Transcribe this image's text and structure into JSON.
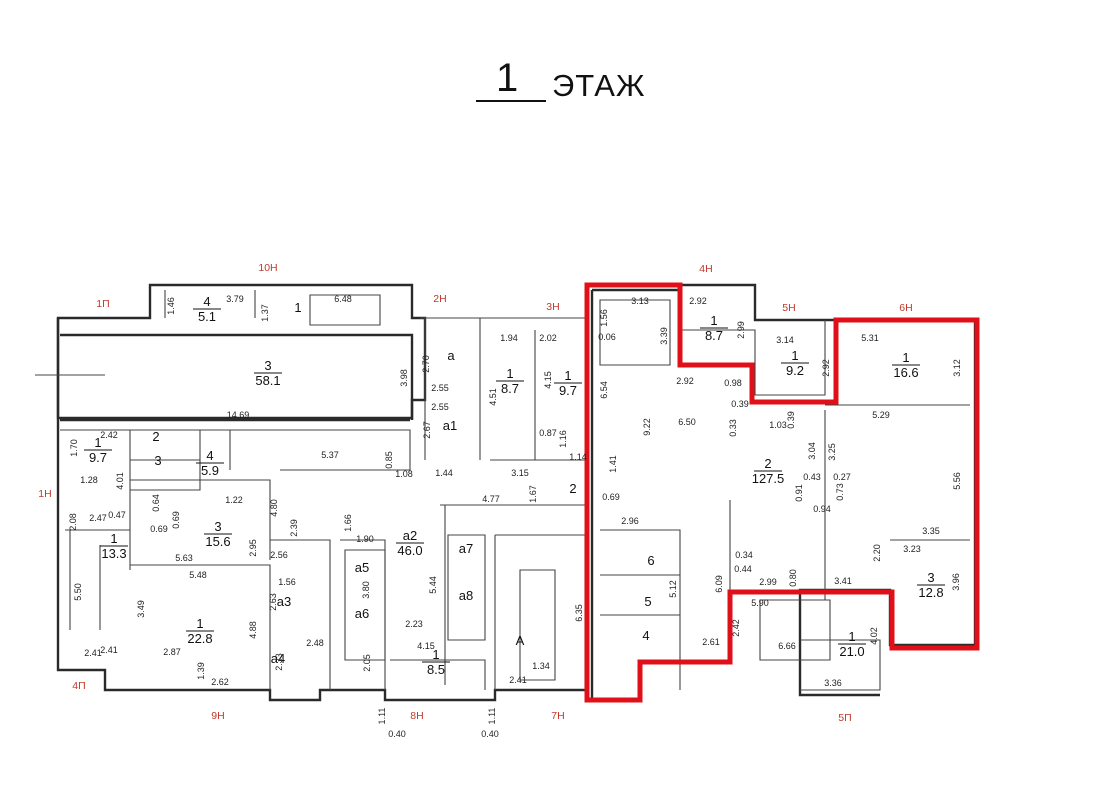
{
  "title": {
    "number": "1",
    "word": "ЭТАЖ"
  },
  "axis_labels": [
    {
      "id": "10H",
      "text": "10Н"
    },
    {
      "id": "1P_top",
      "text": "1П"
    },
    {
      "id": "2H",
      "text": "2Н"
    },
    {
      "id": "3H",
      "text": "3Н"
    },
    {
      "id": "4H",
      "text": "4Н"
    },
    {
      "id": "5H",
      "text": "5Н"
    },
    {
      "id": "6H",
      "text": "6Н"
    },
    {
      "id": "1H",
      "text": "1Н"
    },
    {
      "id": "4P",
      "text": "4П"
    },
    {
      "id": "9H",
      "text": "9Н"
    },
    {
      "id": "8H",
      "text": "8Н"
    },
    {
      "id": "7H",
      "text": "7Н"
    },
    {
      "id": "5P",
      "text": "5П"
    }
  ],
  "rooms": [
    {
      "id": "r10n_4",
      "num": "4",
      "area": "5.1"
    },
    {
      "id": "r10n_1",
      "num": "1",
      "area": ""
    },
    {
      "id": "r_main3",
      "num": "3",
      "area": "58.1"
    },
    {
      "id": "r_a",
      "num": "а",
      "area": ""
    },
    {
      "id": "r_a1",
      "num": "а1",
      "area": ""
    },
    {
      "id": "r3n_1a",
      "num": "1",
      "area": "8.7"
    },
    {
      "id": "r3n_1b",
      "num": "1",
      "area": "9.7"
    },
    {
      "id": "r1n_1",
      "num": "1",
      "area": "9.7"
    },
    {
      "id": "r_2",
      "num": "2",
      "area": ""
    },
    {
      "id": "r_3s",
      "num": "3",
      "area": ""
    },
    {
      "id": "r_4",
      "num": "4",
      "area": "5.9"
    },
    {
      "id": "r_3b",
      "num": "3",
      "area": "15.6"
    },
    {
      "id": "r_1c",
      "num": "1",
      "area": "13.3"
    },
    {
      "id": "r_1d",
      "num": "1",
      "area": "22.8"
    },
    {
      "id": "r_a2",
      "num": "а2",
      "area": "46.0"
    },
    {
      "id": "r_a3",
      "num": "а3",
      "area": ""
    },
    {
      "id": "r_a4",
      "num": "а4",
      "area": ""
    },
    {
      "id": "r_a5",
      "num": "а5",
      "area": ""
    },
    {
      "id": "r_a6",
      "num": "а6",
      "area": ""
    },
    {
      "id": "r_a7",
      "num": "а7",
      "area": ""
    },
    {
      "id": "r_a8",
      "num": "а8",
      "area": ""
    },
    {
      "id": "r_8n1",
      "num": "1",
      "area": "8.5"
    },
    {
      "id": "r_A",
      "num": "А",
      "area": ""
    },
    {
      "id": "r_2s",
      "num": "2",
      "area": ""
    },
    {
      "id": "r4n_1",
      "num": "1",
      "area": "8.7"
    },
    {
      "id": "r5n_1",
      "num": "1",
      "area": "9.2"
    },
    {
      "id": "r6n_1",
      "num": "1",
      "area": "16.6"
    },
    {
      "id": "r_big2",
      "num": "2",
      "area": "127.5"
    },
    {
      "id": "r_6",
      "num": "6",
      "area": ""
    },
    {
      "id": "r_5",
      "num": "5",
      "area": ""
    },
    {
      "id": "r_4b",
      "num": "4",
      "area": ""
    },
    {
      "id": "r_3c",
      "num": "3",
      "area": "12.8"
    },
    {
      "id": "r5p_1",
      "num": "1",
      "area": "21.0"
    }
  ],
  "dims": [
    "1.46",
    "3.79",
    "1.37",
    "6.48",
    "2.70",
    "2.55",
    "2.55",
    "3.98",
    "14.69",
    "1.94",
    "4.51",
    "2.02",
    "4.15",
    "3.13",
    "1.56",
    "0.06",
    "3.39",
    "2.92",
    "2.99",
    "3.14",
    "5.31",
    "3.12",
    "2.92",
    "2.92",
    "0.98",
    "0.39",
    "5.29",
    "6.54",
    "9.22",
    "6.50",
    "1.03",
    "0.33",
    "0.39",
    "3.04",
    "3.25",
    "0.43",
    "0.27",
    "0.91",
    "0.73",
    "0.94",
    "5.56",
    "2.42",
    "1.70",
    "1.28",
    "2.08",
    "2.47",
    "4.01",
    "0.47",
    "0.64",
    "0.69",
    "0.69",
    "1.22",
    "5.63",
    "2.95",
    "4.80",
    "2.39",
    "5.37",
    "0.85",
    "1.08",
    "2.67",
    "1.44",
    "0.87",
    "1.16",
    "3.15",
    "1.14",
    "1.67",
    "4.77",
    "1.66",
    "1.90",
    "2.56",
    "1.56",
    "2.63",
    "3.80",
    "5.44",
    "2.23",
    "4.15",
    "2.05",
    "2.48",
    "2.33",
    "1.34",
    "2.41",
    "2.87",
    "1.39",
    "2.62",
    "5.48",
    "3.49",
    "4.88",
    "5.50",
    "2.41",
    "0.69",
    "1.41",
    "2.96",
    "0.34",
    "0.44",
    "5.12",
    "6.09",
    "2.99",
    "0.80",
    "3.41",
    "2.20",
    "3.23",
    "3.35",
    "3.96",
    "5.90",
    "2.42",
    "2.61",
    "6.66",
    "4.02",
    "3.36",
    "6.35",
    "2.41",
    "1.11",
    "0.40",
    "1.11",
    "0.40"
  ],
  "colors": {
    "highlight": "#e0101a",
    "axis": "#c0392b",
    "wall": "#2a2a2a"
  }
}
